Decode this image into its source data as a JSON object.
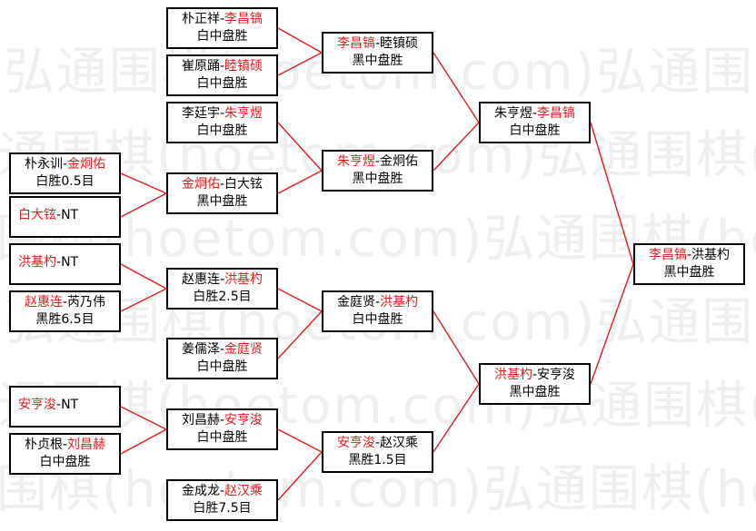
{
  "watermark": "弘通围棋(hoetom.com)弘通围棋(hoetom.com)",
  "colors": {
    "winner": "#e21b1b",
    "line": "#e21b1b",
    "box_border": "#000000",
    "watermark": "#efefef"
  },
  "rounds": {
    "round1": [
      {
        "id": "r1a",
        "p1": "朴永训",
        "p2": "金炯佑",
        "winner": 2,
        "result": "白胜0.5目"
      },
      {
        "id": "r1b",
        "p1": "白大铉",
        "p2": "NT",
        "winner": 1,
        "result": ""
      },
      {
        "id": "r1c",
        "p1": "洪基杓",
        "p2": "NT",
        "winner": 1,
        "result": ""
      },
      {
        "id": "r1d",
        "p1": "赵惠连",
        "p2": "芮乃伟",
        "winner": 1,
        "result": "黑胜6.5目"
      },
      {
        "id": "r1e",
        "p1": "安亨浚",
        "p2": "NT",
        "winner": 1,
        "result": ""
      },
      {
        "id": "r1f",
        "p1": "朴贞根",
        "p2": "刘昌赫",
        "winner": 2,
        "result": "白中盘胜"
      }
    ],
    "round2": [
      {
        "id": "r2a",
        "p1": "朴正祥",
        "p2": "李昌镐",
        "winner": 2,
        "result": "白中盘胜"
      },
      {
        "id": "r2b",
        "p1": "崔原踊",
        "p2": "睦镇硕",
        "winner": 2,
        "result": "白中盘胜"
      },
      {
        "id": "r2c",
        "p1": "李廷宇",
        "p2": "朱亨煜",
        "winner": 2,
        "result": "白中盘胜"
      },
      {
        "id": "r2d",
        "p1": "金炯佑",
        "p2": "白大铉",
        "winner": 1,
        "result": "黑中盘胜"
      },
      {
        "id": "r2e",
        "p1": "赵惠连",
        "p2": "洪基杓",
        "winner": 2,
        "result": "白胜2.5目"
      },
      {
        "id": "r2f",
        "p1": "姜儒泽",
        "p2": "金庭贤",
        "winner": 2,
        "result": "白中盘胜"
      },
      {
        "id": "r2g",
        "p1": "刘昌赫",
        "p2": "安亨浚",
        "winner": 2,
        "result": "白中盘胜"
      },
      {
        "id": "r2h",
        "p1": "金成龙",
        "p2": "赵汉乘",
        "winner": 2,
        "result": "白胜7.5目"
      }
    ],
    "round3": [
      {
        "id": "r3a",
        "p1": "李昌镐",
        "p2": "睦镇硕",
        "winner": 1,
        "result": "黑中盘胜"
      },
      {
        "id": "r3b",
        "p1": "朱亨煜",
        "p2": "金炯佑",
        "winner": 1,
        "result": "黑中盘胜"
      },
      {
        "id": "r3c",
        "p1": "金庭贤",
        "p2": "洪基杓",
        "winner": 2,
        "result": "白中盘胜"
      },
      {
        "id": "r3d",
        "p1": "安亨浚",
        "p2": "赵汉乘",
        "winner": 1,
        "result": "黑胜1.5目"
      }
    ],
    "round4": [
      {
        "id": "r4a",
        "p1": "朱亨煜",
        "p2": "李昌镐",
        "winner": 2,
        "result": "白中盘胜"
      },
      {
        "id": "r4b",
        "p1": "洪基杓",
        "p2": "安亨浚",
        "winner": 1,
        "result": "黑中盘胜"
      }
    ],
    "final": [
      {
        "id": "fin",
        "p1": "李昌镐",
        "p2": "洪基杓",
        "winner": 1,
        "result": "黑中盘胜"
      }
    ]
  }
}
